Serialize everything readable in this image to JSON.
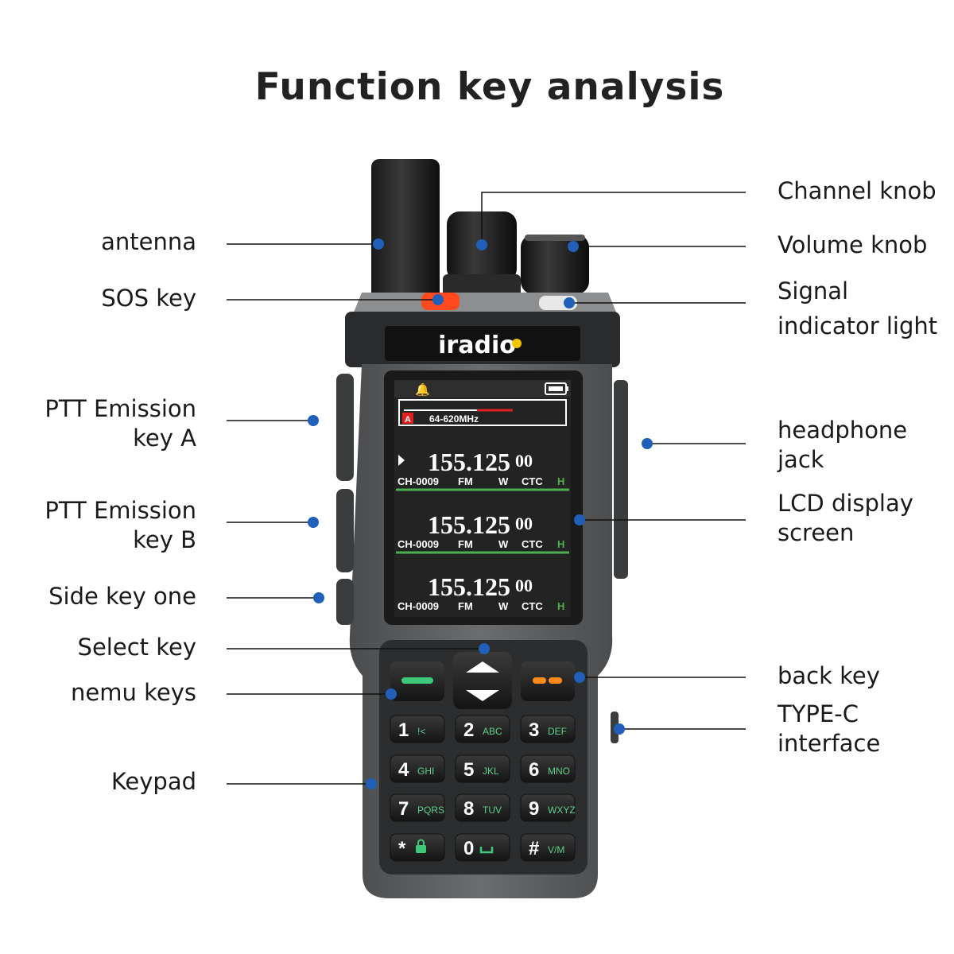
{
  "title": "Function key analysis",
  "brand": {
    "logo_text": "iradio",
    "accent": "#f5c400"
  },
  "colors": {
    "dot": "#2060b8",
    "leader": "#111111",
    "body": "#5a5c5e",
    "lcd_bg": "#232323",
    "lcd_green": "#4caf50",
    "key_green": "#3ec97a",
    "key_orange": "#ff8c1a",
    "sos_red": "#ff4a1f"
  },
  "labels_left": [
    {
      "id": "antenna",
      "lines": [
        "antenna"
      ]
    },
    {
      "id": "sos",
      "lines": [
        "SOS key"
      ]
    },
    {
      "id": "ptt_a",
      "lines": [
        "PTT Emission",
        "key A"
      ]
    },
    {
      "id": "ptt_b",
      "lines": [
        "PTT Emission",
        "key B"
      ]
    },
    {
      "id": "side_one",
      "lines": [
        "Side key one"
      ]
    },
    {
      "id": "select",
      "lines": [
        "Select key"
      ]
    },
    {
      "id": "menu",
      "lines": [
        "nemu keys"
      ]
    },
    {
      "id": "keypad",
      "lines": [
        "Keypad"
      ]
    }
  ],
  "labels_right": [
    {
      "id": "channel",
      "lines": [
        "Channel knob"
      ]
    },
    {
      "id": "volume",
      "lines": [
        "Volume knob"
      ]
    },
    {
      "id": "signal",
      "lines": [
        "Signal",
        "indicator light"
      ]
    },
    {
      "id": "headphone",
      "lines": [
        "headphone",
        "jack"
      ]
    },
    {
      "id": "lcd",
      "lines": [
        "LCD display",
        "screen"
      ]
    },
    {
      "id": "back",
      "lines": [
        "back key"
      ]
    },
    {
      "id": "typec",
      "lines": [
        "TYPE-C",
        "interface"
      ]
    }
  ],
  "lcd": {
    "band": "64-620MHz",
    "band_marker": "A",
    "rows": [
      {
        "freq": "155.125",
        "freq_small": "00",
        "channel": "CH-0009",
        "mode": "FM",
        "power": "W",
        "tone": "CTC",
        "level": "H",
        "active": true
      },
      {
        "freq": "155.125",
        "freq_small": "00",
        "channel": "CH-0009",
        "mode": "FM",
        "power": "W",
        "tone": "CTC",
        "level": "H",
        "active": false
      },
      {
        "freq": "155.125",
        "freq_small": "00",
        "channel": "CH-0009",
        "mode": "FM",
        "power": "W",
        "tone": "CTC",
        "level": "H",
        "active": false
      }
    ]
  },
  "keypad": [
    {
      "main": "1",
      "sub": "!<"
    },
    {
      "main": "2",
      "sub": "ABC"
    },
    {
      "main": "3",
      "sub": "DEF"
    },
    {
      "main": "4",
      "sub": "GHI"
    },
    {
      "main": "5",
      "sub": "JKL"
    },
    {
      "main": "6",
      "sub": "MNO"
    },
    {
      "main": "7",
      "sub": "PQRS"
    },
    {
      "main": "8",
      "sub": "TUV"
    },
    {
      "main": "9",
      "sub": "WXYZ"
    },
    {
      "main": "*",
      "sub": "lock-icon"
    },
    {
      "main": "0",
      "sub": "space-icon"
    },
    {
      "main": "#",
      "sub": "V/M"
    }
  ]
}
